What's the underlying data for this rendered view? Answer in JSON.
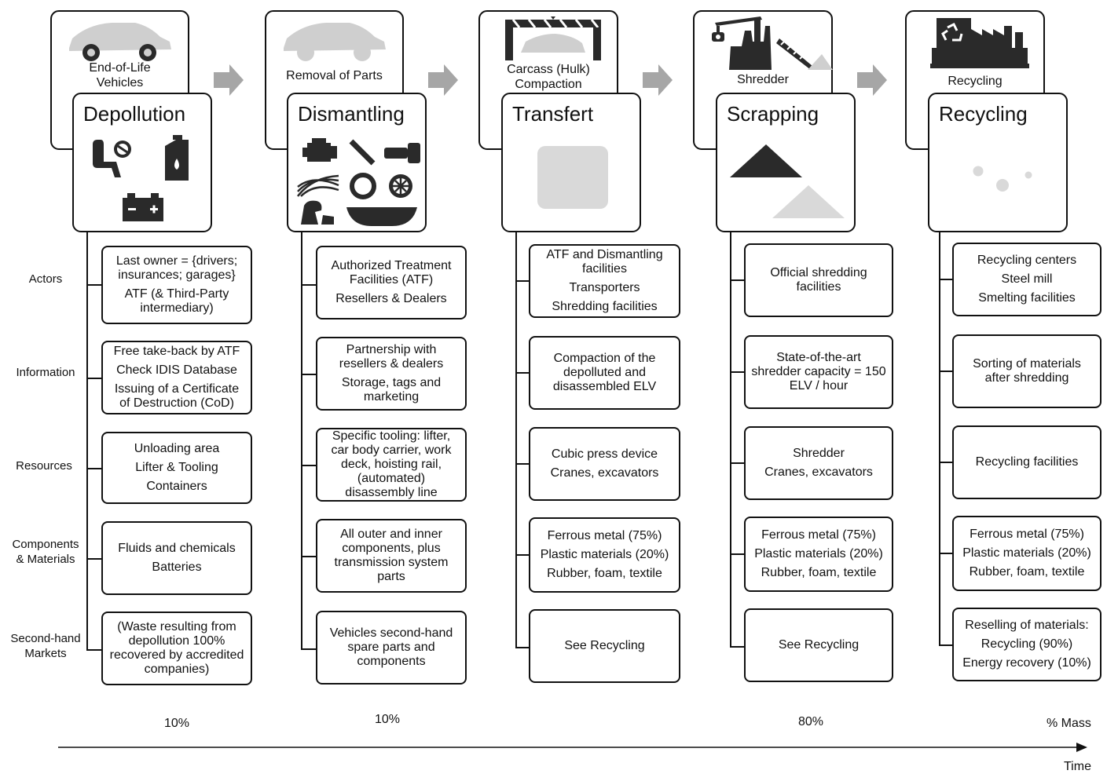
{
  "row_labels": [
    "Actors",
    "Information",
    "Resources",
    "Components\n& Materials",
    "Second-hand\nMarkets"
  ],
  "columns": [
    {
      "top_caption": "End-of-Life\nVehicles",
      "title": "Depollution",
      "icons": [
        "car-icon",
        "seatbelt-airbag-icon",
        "oil-can-icon",
        "battery-icon"
      ],
      "cells": [
        [
          "Last owner = {drivers; insurances; garages}",
          "ATF  (& Third-Party intermediary)"
        ],
        [
          "Free take-back by ATF",
          "Check IDIS Database",
          "Issuing of a Certificate of Destruction (CoD)"
        ],
        [
          "Unloading area",
          "Lifter & Tooling",
          "Containers"
        ],
        [
          "Fluids and chemicals",
          "Batteries"
        ],
        [
          "(Waste resulting from depollution 100% recovered by accredited companies)"
        ]
      ],
      "mass": "10%"
    },
    {
      "top_caption": "Removal of Parts",
      "title": "Dismantling",
      "icons": [
        "car-icon",
        "engine-icon",
        "spark-plug-icon",
        "exhaust-icon",
        "wiring-harness-icon",
        "tire-icon",
        "wheel-rim-icon",
        "seat-icon",
        "bumper-icon"
      ],
      "cells": [
        [
          "Authorized Treatment Facilities (ATF)",
          "Resellers & Dealers"
        ],
        [
          "Partnership with resellers & dealers",
          "Storage, tags and marketing"
        ],
        [
          "Specific tooling: lifter, car body carrier, work deck, hoisting rail, (automated) disassembly line"
        ],
        [
          "All outer and inner components, plus transmission system parts"
        ],
        [
          "Vehicles second-hand spare parts and components"
        ]
      ],
      "mass": "10%"
    },
    {
      "top_caption": "Carcass (Hulk)\nCompaction",
      "title": "Transfert",
      "icons": [
        "press-icon",
        "compacted-block-icon"
      ],
      "cells": [
        [
          "ATF and Dismantling facilities",
          "Transporters",
          "Shredding facilities"
        ],
        [
          "Compaction of the depolluted and disassembled ELV"
        ],
        [
          "Cubic press device",
          "Cranes, excavators"
        ],
        [
          "Ferrous metal (75%)",
          "Plastic materials (20%)",
          "Rubber, foam, textile"
        ],
        [
          "See Recycling"
        ]
      ],
      "mass": ""
    },
    {
      "top_caption": "Shredder",
      "title": "Scrapping",
      "icons": [
        "shredder-plant-icon",
        "scrap-pile-icon"
      ],
      "cells": [
        [
          "Official shredding facilities"
        ],
        [
          "State-of-the-art shredder capacity = 150 ELV / hour"
        ],
        [
          "Shredder",
          "Cranes, excavators"
        ],
        [
          "Ferrous metal (75%)",
          "Plastic materials (20%)",
          "Rubber, foam, textile"
        ],
        [
          "See Recycling"
        ]
      ],
      "mass": "80%"
    },
    {
      "top_caption": "Recycling",
      "title": "Recycling",
      "icons": [
        "recycling-factory-icon",
        "pellets-icon"
      ],
      "cells": [
        [
          "Recycling centers",
          "Steel mill",
          "Smelting facilities"
        ],
        [
          "Sorting of materials after shredding"
        ],
        [
          "Recycling facilities"
        ],
        [
          "Ferrous metal (75%)",
          "Plastic materials (20%)",
          "Rubber, foam, textile"
        ],
        [
          "Reselling of materials:",
          "Recycling (90%)",
          "Energy recovery (10%)"
        ]
      ],
      "mass": ""
    }
  ],
  "mass_axis_label": "% Mass",
  "time_axis_label": "Time",
  "colors": {
    "ink": "#111111",
    "arrow": "#a6a6a6",
    "icon_light": "#cfcfcf",
    "icon_dark": "#2a2a2a"
  }
}
